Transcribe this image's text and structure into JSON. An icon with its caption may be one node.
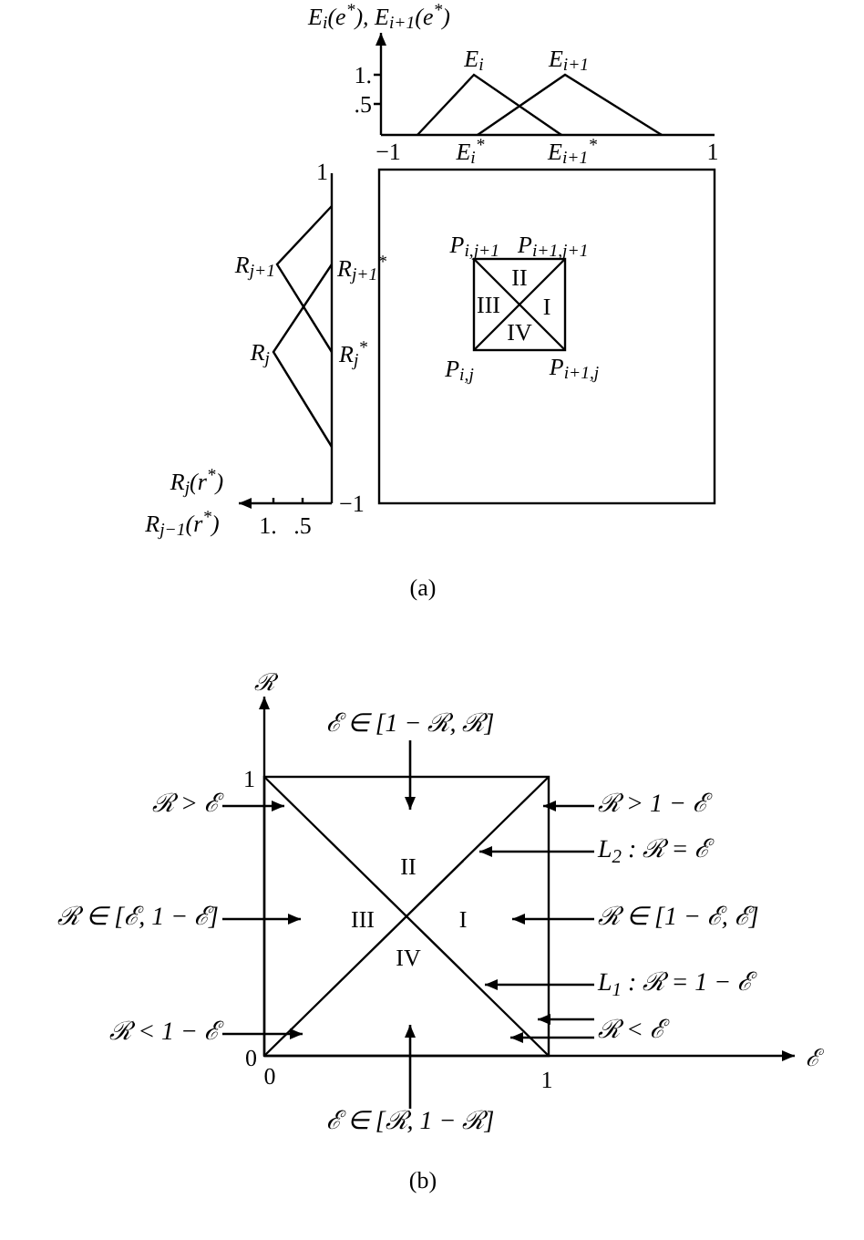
{
  "diagram": {
    "nodes": [
      {
        "text": [
          "ℰ ∈ [1 − ℛ, ℛ]"
        ]
      },
      {
        "text": [
          "ℛ > ℰ"
        ]
      },
      {
        "text": [
          "ℛ > 1 − ℰ"
        ]
      },
      {
        "text": [
          "L$_{2}$ : ℛ = ℰ"
        ]
      },
      {
        "text": [
          "ℛ ∈ [ℰ, 1 − ℰ]"
        ]
      },
      {
        "text": [
          "ℛ ∈ [1 − ℰ, ℰ]"
        ]
      },
      {
        "text": [
          "L$_{1}$ : ℛ = 1 − ℰ"
        ]
      },
      {
        "text": [
          "ℛ < 1 − ℰ"
        ]
      },
      {
        "text": [
          "ℛ < ℰ"
        ]
      },
      {
        "text": [
          "ℰ ∈ [ℛ, 1 − ℛ]"
        ]
      }
    ],
    "edges": [
      {
        "from": 0,
        "to": null,
        "arrow": "to"
      },
      {
        "from": 1,
        "to": null,
        "arrow": "to"
      },
      {
        "from": 2,
        "to": null,
        "arrow": "to"
      },
      {
        "from": 3,
        "to": null,
        "arrow": "to"
      },
      {
        "from": 4,
        "to": null,
        "arrow": "to"
      },
      {
        "from": 5,
        "to": null,
        "arrow": "to"
      },
      {
        "from": 6,
        "to": null,
        "arrow": "to"
      },
      {
        "from": 7,
        "to": null,
        "arrow": "to"
      },
      {
        "from": 8,
        "to": null,
        "arrow": "to"
      },
      {
        "from": 8,
        "to": null,
        "arrow": "to"
      },
      {
        "from": 9,
        "to": null,
        "arrow": "to"
      }
    ],
    "labels": [
      "E$_{i}$(e$^{*}$), E$_{i+1}$(e$^{*}$)",
      "E$_{i}$",
      "E$_{i+1}$",
      "1.",
      ".5",
      "−1",
      "E$_{i}$$^{*}$",
      "E$_{i+1}$$^{*}$",
      "1",
      "1",
      "R$_{j+1}$",
      "R$_{j+1}$$^{*}$",
      "R$_{j}$",
      "R$_{j}$$^{*}$",
      "P$_{i,j+1}$",
      "P$_{i+1,j+1}$",
      "II",
      "III",
      "I",
      "IV",
      "P$_{i,j}$",
      "P$_{i+1,j}$",
      "R$_{j}$(r$^{*}$)",
      "−1",
      "R$_{j−1}$(r$^{*}$)",
      "1.",
      ".5",
      "(a)",
      "ℛ",
      "1",
      "II",
      "III",
      "I",
      "IV",
      "0",
      "0",
      "1",
      "ℰ",
      "(b)"
    ]
  }
}
